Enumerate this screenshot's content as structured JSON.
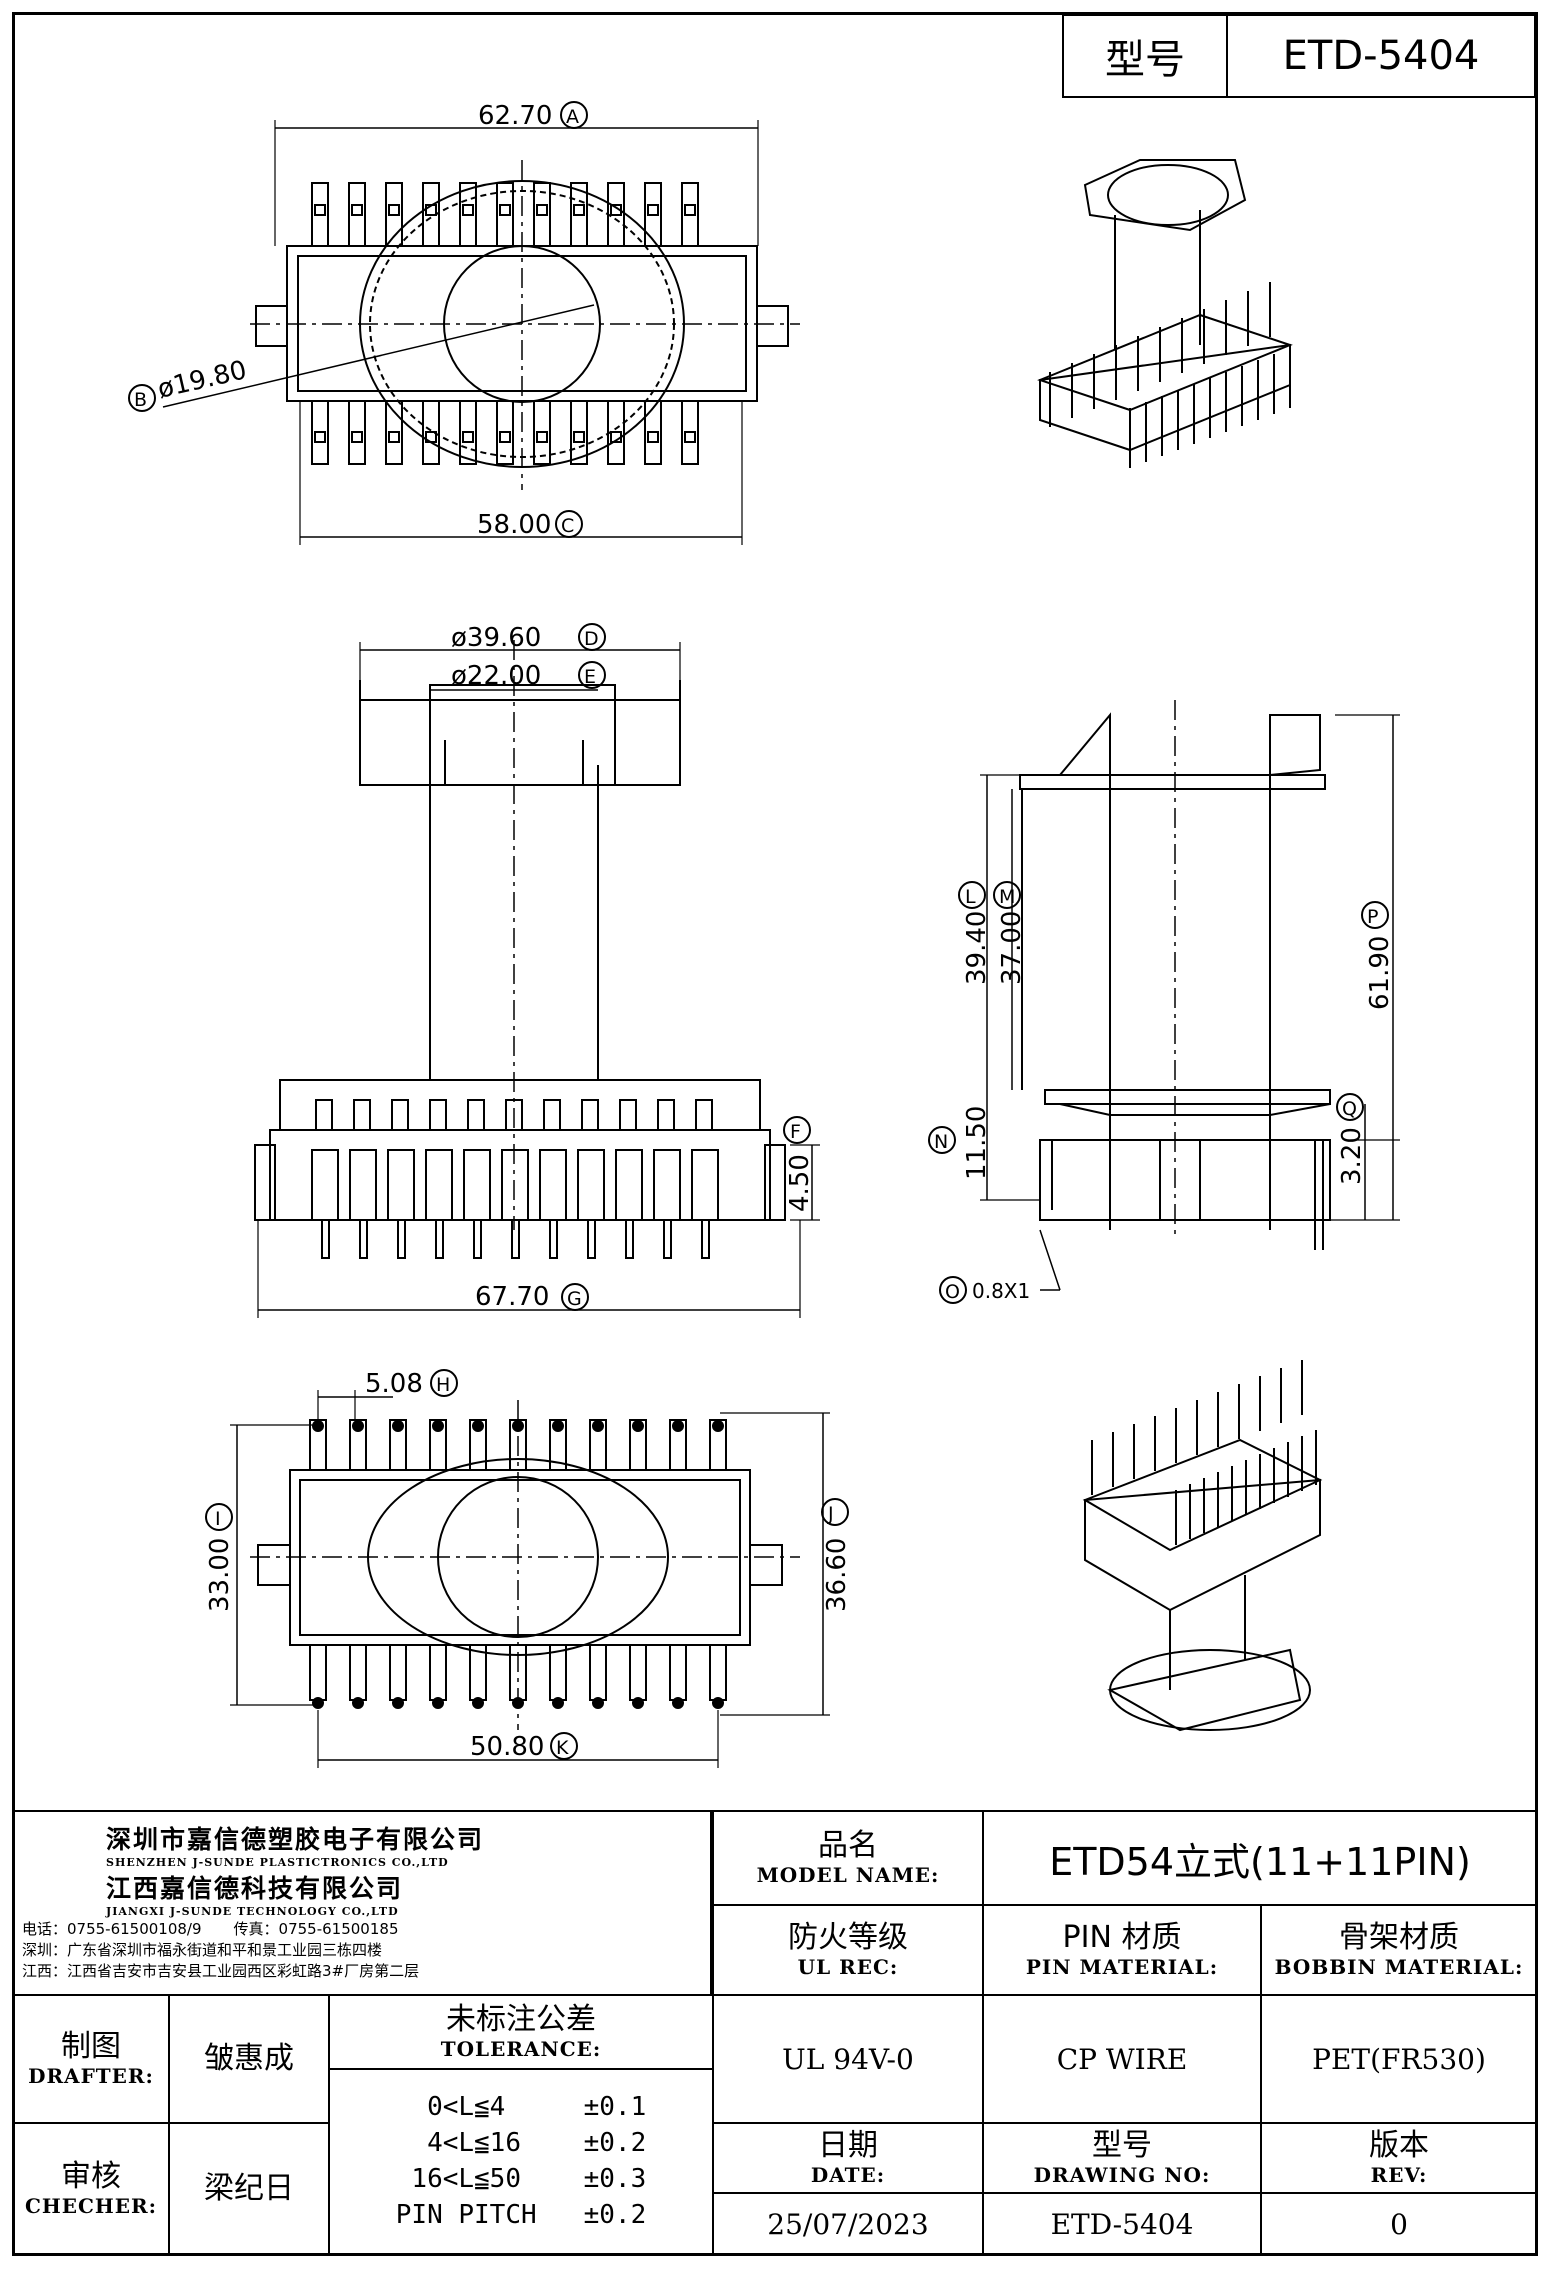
{
  "header": {
    "model_label": "型号",
    "model_value": "ETD-5404"
  },
  "dimensions": {
    "A": "62.70",
    "B": "ø19.80",
    "C": "58.00",
    "D": "ø39.60",
    "E": "ø22.00",
    "F": "4.50",
    "G": "67.70",
    "H": "5.08",
    "I": "33.00",
    "J": "36.60",
    "K": "50.80",
    "L": "39.40",
    "M": "37.00",
    "N": "11.50",
    "O": "0.8X1",
    "P": "61.90",
    "Q": "3.20"
  },
  "markers": {
    "A": "A",
    "B": "B",
    "C": "C",
    "D": "D",
    "E": "E",
    "F": "F",
    "G": "G",
    "H": "H",
    "I": "I",
    "J": "J",
    "K": "K",
    "L": "L",
    "M": "M",
    "N": "N",
    "O": "O",
    "P": "P",
    "Q": "Q"
  },
  "company": {
    "name_cn_1": "深圳市嘉信德塑胶电子有限公司",
    "name_en_1": "SHENZHEN J-SUNDE PLASTICTRONICS CO.,LTD",
    "name_cn_2": "江西嘉信德科技有限公司",
    "name_en_2": "JIANGXI J-SUNDE TECHNOLOGY CO.,LTD",
    "phone": "电话：0755-61500108/9",
    "fax": "传真：0755-61500185",
    "addr_sz": "深圳：广东省深圳市福永街道和平和景工业园三栋四楼",
    "addr_jx": "江西：江西省吉安市吉安县工业园西区彩虹路3#厂房第二层"
  },
  "title_block": {
    "model_name_cn": "品名",
    "model_name_en": "MODEL NAME:",
    "model_name_value": "ETD54立式(11+11PIN)",
    "ul_cn": "防火等级",
    "ul_en": "UL REC:",
    "ul_value": "UL 94V-0",
    "pin_cn": "PIN 材质",
    "pin_en": "PIN MATERIAL:",
    "pin_value": "CP WIRE",
    "bobbin_cn": "骨架材质",
    "bobbin_en": "BOBBIN MATERIAL:",
    "bobbin_value": "PET(FR530)",
    "drafter_cn": "制图",
    "drafter_en": "DRAFTER:",
    "drafter_value": "皱惠成",
    "checker_cn": "审核",
    "checker_en": "CHECHER:",
    "checker_value": "梁纪日",
    "tolerance_cn": "未标注公差",
    "tolerance_en": "TOLERANCE:",
    "tolerance_rows": [
      "  0<L≦4     ±0.1",
      "  4<L≦16    ±0.2",
      " 16<L≦50    ±0.3",
      "PIN PITCH   ±0.2"
    ],
    "date_cn": "日期",
    "date_en": "DATE:",
    "date_value": "25/07/2023",
    "drawing_cn": "型号",
    "drawing_en": "DRAWING NO:",
    "drawing_value": "ETD-5404",
    "rev_cn": "版本",
    "rev_en": "REV:",
    "rev_value": "0"
  }
}
